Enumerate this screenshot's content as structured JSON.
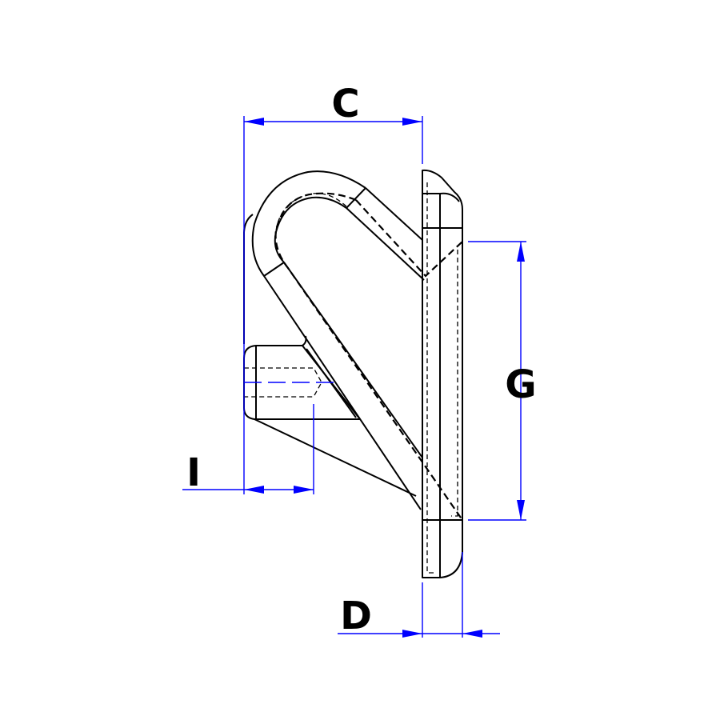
{
  "drawing": {
    "dimensions": {
      "c": {
        "label": "C"
      },
      "g": {
        "label": "G"
      },
      "i": {
        "label": "I"
      },
      "d": {
        "label": "D"
      }
    },
    "colors": {
      "outline": "#000000",
      "dimension": "#0000ff",
      "background": "#ffffff"
    }
  }
}
